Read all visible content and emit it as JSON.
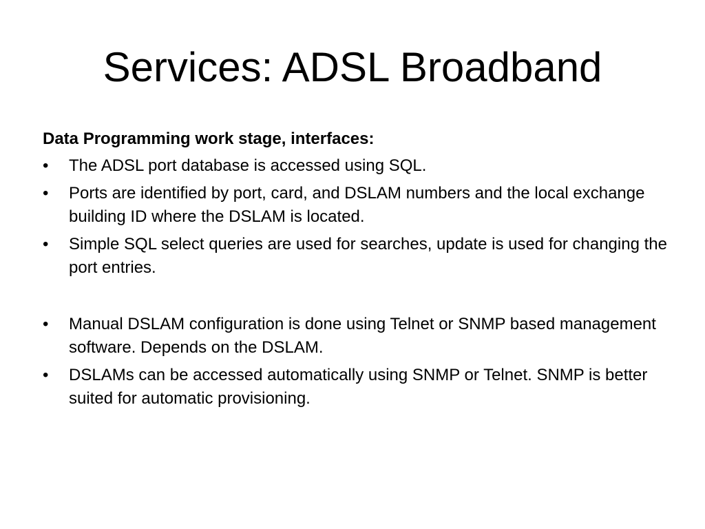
{
  "slide": {
    "title": "Services: ADSL Broadband",
    "heading": "Data Programming work stage, interfaces:",
    "bullet_char": "•",
    "bullets": [
      "The ADSL port database is accessed using SQL.",
      "Ports are identified by port, card, and DSLAM numbers and the local exchange building ID where the DSLAM is located.",
      "Simple SQL select queries are used for searches,  update is used for changing the port entries.",
      "Manual DSLAM configuration is done using Telnet or SNMP based management software. Depends on the DSLAM.",
      "DSLAMs can be accessed automatically using SNMP or Telnet. SNMP is better suited for automatic provisioning."
    ]
  }
}
